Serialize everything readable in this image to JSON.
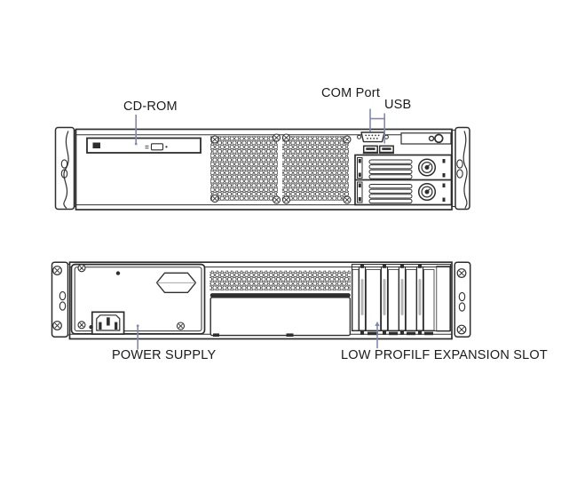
{
  "colors": {
    "background": "#ffffff",
    "line": "#2e2e2e",
    "leader_line": "#8487b2",
    "label_text": "#1b1b1b"
  },
  "callouts": {
    "cd_rom": {
      "label": "CD-ROM"
    },
    "com_port": {
      "label": "COM Port"
    },
    "usb": {
      "label": "USB"
    },
    "power_supply": {
      "label": "POWER SUPPLY"
    },
    "expansion_slot": {
      "label": "LOW PROFILF EXPANSION SLOT"
    }
  }
}
